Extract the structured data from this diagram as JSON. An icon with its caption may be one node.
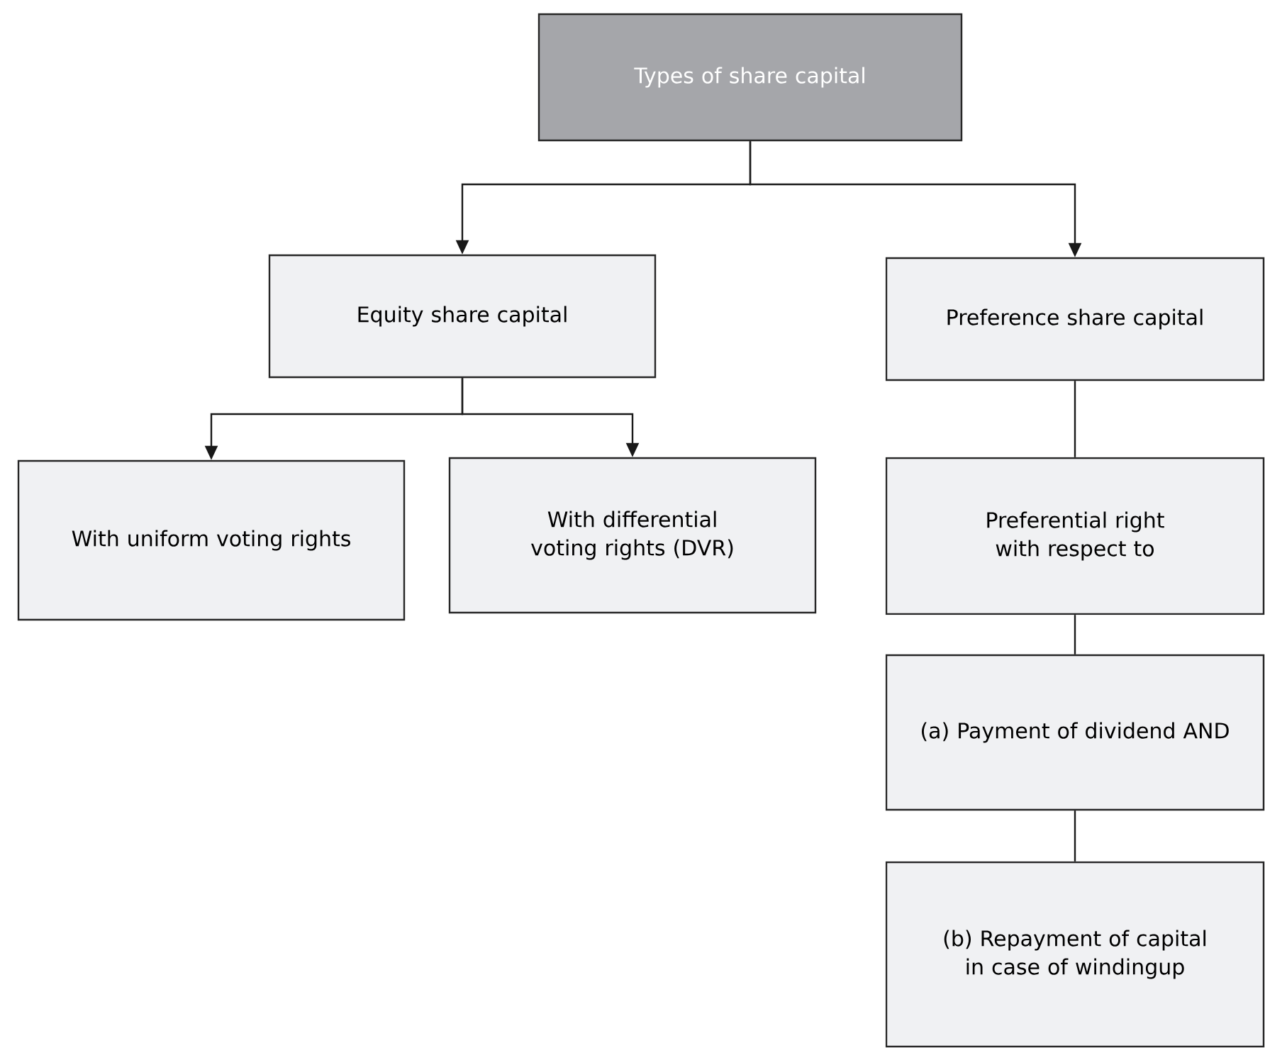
{
  "diagram": {
    "nodes": [
      {
        "text": [
          "Types of share capital"
        ]
      },
      {
        "text": [
          "Equity share capital"
        ]
      },
      {
        "text": [
          "Preference share capital"
        ]
      },
      {
        "text": [
          "With uniform voting rights"
        ]
      },
      {
        "text": [
          "With differential voting rights (DVR)"
        ]
      },
      {
        "text": [
          "Preferential right with respect to"
        ]
      },
      {
        "text": [
          "(a) Payment of dividend AND"
        ]
      },
      {
        "text": [
          "(b) Repayment of capital in case of windingup"
        ]
      }
    ],
    "edges": [
      {
        "from": 0,
        "to": 1,
        "arrow": "to"
      },
      {
        "from": 0,
        "to": 2,
        "arrow": "to"
      },
      {
        "from": 1,
        "to": 3,
        "arrow": "to"
      },
      {
        "from": 1,
        "to": 4,
        "arrow": "to"
      },
      {
        "from": 2,
        "to": 5,
        "arrow": "none"
      },
      {
        "from": 5,
        "to": 6,
        "arrow": "none"
      },
      {
        "from": 6,
        "to": 7,
        "arrow": "none"
      }
    ]
  }
}
